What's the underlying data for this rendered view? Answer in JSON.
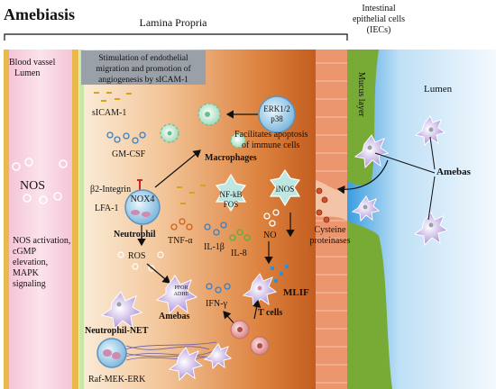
{
  "title": "Amebiasis",
  "regions": {
    "lamina_propria": "Lamina Propria",
    "iec_line1": "Intestinal",
    "iec_line2": "epithelial cells",
    "iec_line3": "(IECs)",
    "blood_line1": "Blood vassel",
    "blood_line2": "Lumen",
    "mucus": "Mucus layer",
    "lumen": "Lumen"
  },
  "callout": {
    "line1": "Stimulation of endothelial",
    "line2": "migration and promotion of",
    "line3": "angiogenesis by sICAM-1"
  },
  "labels": {
    "sicam": "sICAM-1",
    "gmcsf": "GM-CSF",
    "nos": "NOS",
    "b2int": "β2-Integrin",
    "lfa": "LFA-1",
    "nox4": "NOX4",
    "neutrophil": "Neutrophil",
    "ros": "ROS",
    "nos_act1": "NOS activation,",
    "nos_act2": "cGMP",
    "nos_act3": "elevation,",
    "nos_act4": "MAPK",
    "nos_act5": "signaling",
    "erk1": "ERK1/2",
    "erk2": "p38",
    "apop1": "Facilitates apoptosis",
    "apop2": "of immune cells",
    "macrophages": "Macrophages",
    "nfkb1": "NF-kB",
    "nfkb2": "FOS",
    "inos": "iNOS",
    "tnf": "TNF-α",
    "il1b": "IL-1β",
    "il8": "IL-8",
    "no": "NO",
    "cys1": "Cysteine",
    "cys2": "proteinases",
    "amebas_right": "Amebas",
    "pfor1": "PFOR",
    "pfor2": "ADHE",
    "ifng": "IFN-γ",
    "mlif": "MLIF",
    "tcells": "T cells",
    "amebas_left": "Amebas",
    "net": "Neutrophil-NET",
    "raf": "Raf-MEK-ERK"
  },
  "colors": {
    "vessel": "#f6c9dc",
    "vessel_wall": "#e8b84a",
    "lamina_start": "#fbe7cf",
    "lamina_end": "#c8601f",
    "epithelium": "#e98a63",
    "mucus": "#7fae3c",
    "lumen": "#d9ecf8",
    "ameba": "#c9a8e8",
    "neutrophil": "#a8d4ec"
  }
}
